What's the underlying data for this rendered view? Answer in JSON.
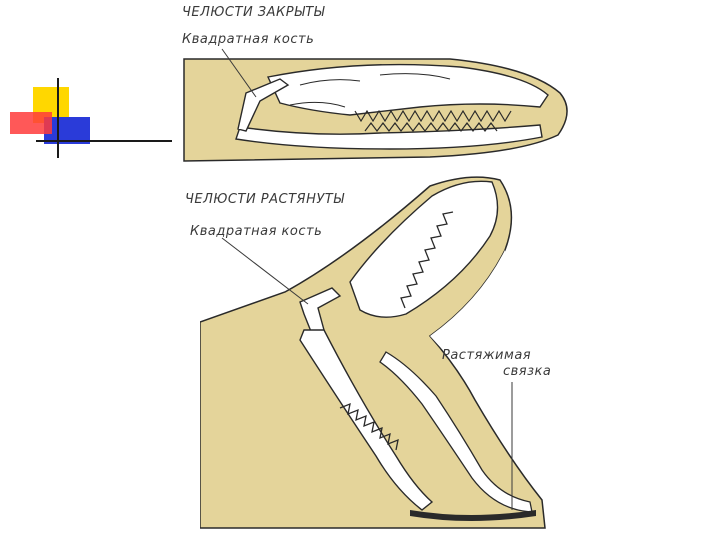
{
  "labels": {
    "closed_heading": "ЧЕЛЮСТИ ЗАКРЫТЫ",
    "closed_quadrate": "Квадратная кость",
    "open_heading": "ЧЕЛЮСТИ РАСТЯНУТЫ",
    "open_quadrate": "Квадратная кость",
    "ligament_line1": "Растяжимая",
    "ligament_line2": "связка"
  },
  "colors": {
    "skin": "#e4d49a",
    "bone": "#ffffff",
    "outline": "#2a2a2a",
    "deco_yellow": "#ffd700",
    "deco_red": "#ff3b3b",
    "deco_blue": "#2a3bd9"
  }
}
